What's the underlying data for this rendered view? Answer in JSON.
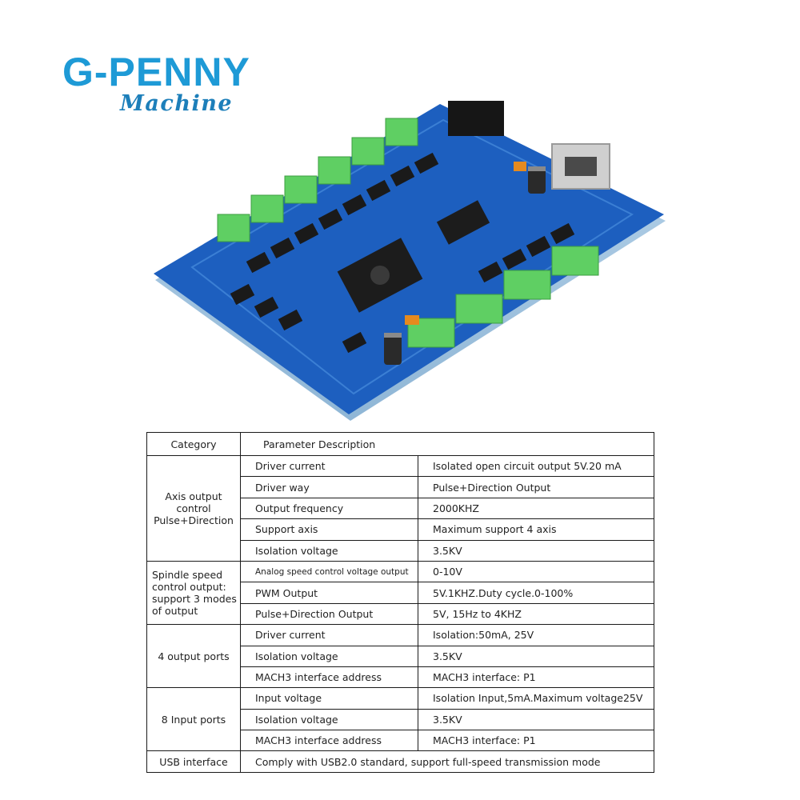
{
  "brand": {
    "name": "G-PENNY",
    "subtitle": "Machine",
    "primary_color": "#1e9ad6",
    "secondary_color": "#1d7fba"
  },
  "board": {
    "pcb_color": "#1d5fbf",
    "terminal_color": "#5fcf63"
  },
  "table": {
    "header": {
      "category": "Category",
      "parameter": "Parameter Description"
    },
    "groups": [
      {
        "category": "Axis output control Pulse+Direction",
        "rows": [
          {
            "param": "Driver current",
            "value": "Isolated open circuit output 5V.20 mA"
          },
          {
            "param": "Driver way",
            "value": "Pulse+Direction Output"
          },
          {
            "param": "Output frequency",
            "value": "2000KHZ"
          },
          {
            "param": "Support axis",
            "value": "Maximum support 4 axis"
          },
          {
            "param": "Isolation voltage",
            "value": "3.5KV"
          }
        ]
      },
      {
        "category": "Spindle speed control output: support 3 modes of output",
        "rows": [
          {
            "param": "Analog speed control voltage output",
            "value": "0-10V"
          },
          {
            "param": "PWM Output",
            "value": "5V.1KHZ.Duty cycle.0-100%"
          },
          {
            "param": "Pulse+Direction Output",
            "value": "5V, 15Hz to 4KHZ"
          }
        ]
      },
      {
        "category": "4 output ports",
        "rows": [
          {
            "param": "Driver current",
            "value": "Isolation:50mA, 25V"
          },
          {
            "param": "Isolation voltage",
            "value": "3.5KV"
          },
          {
            "param": "MACH3 interface address",
            "value": "MACH3 interface: P1"
          }
        ]
      },
      {
        "category": "8 Input ports",
        "rows": [
          {
            "param": "Input voltage",
            "value": "Isolation Input,5mA.Maximum voltage25V"
          },
          {
            "param": "Isolation voltage",
            "value": "3.5KV"
          },
          {
            "param": "MACH3 interface address",
            "value": "MACH3 interface: P1"
          }
        ]
      }
    ],
    "usb": {
      "category": "USB interface",
      "description": "Comply with USB2.0 standard, support full-speed transmission mode"
    }
  }
}
